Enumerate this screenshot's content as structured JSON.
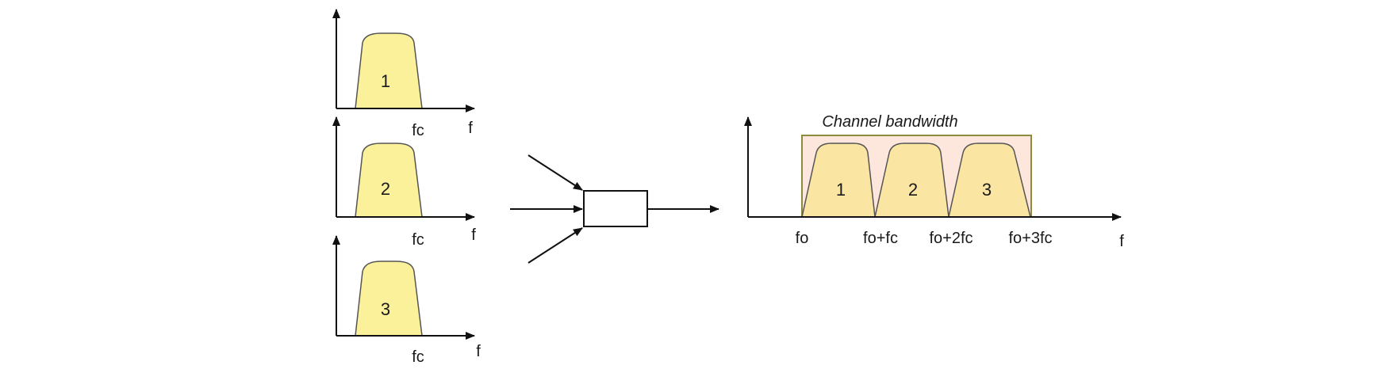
{
  "inputs": [
    {
      "band_label": "1",
      "fc_label": "fc",
      "f_label": "f"
    },
    {
      "band_label": "2",
      "fc_label": "fc",
      "f_label": "f"
    },
    {
      "band_label": "3",
      "fc_label": "fc",
      "f_label": "f"
    }
  ],
  "output": {
    "title": "Channel bandwidth",
    "bands": [
      "1",
      "2",
      "3"
    ],
    "ticks": [
      "fo",
      "fo+fc",
      "fo+2fc",
      "fo+3fc"
    ],
    "f_label": "f"
  },
  "colors": {
    "band_fill": "#fbf19a",
    "band_fill_output": "#fbe5a2",
    "band_stroke": "#555555",
    "channel_fill": "#fde6dc",
    "channel_stroke": "#8c8a3c"
  }
}
